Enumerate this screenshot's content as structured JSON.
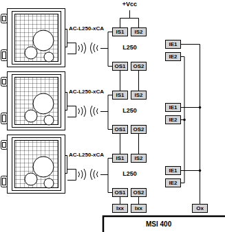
{
  "diagram": {
    "nodes": [
      {
        "text": [
          "IS1"
        ]
      },
      {
        "text": [
          "IS2"
        ]
      },
      {
        "text": [
          "IE1"
        ]
      },
      {
        "text": [
          "IE2"
        ]
      },
      {
        "text": [
          "OS1"
        ]
      },
      {
        "text": [
          "OS2"
        ]
      },
      {
        "text": [
          "IS1"
        ]
      },
      {
        "text": [
          "IS2"
        ]
      },
      {
        "text": [
          "IE1"
        ]
      },
      {
        "text": [
          "IE2"
        ]
      },
      {
        "text": [
          "OS1"
        ]
      },
      {
        "text": [
          "OS2"
        ]
      },
      {
        "text": [
          "IS1"
        ]
      },
      {
        "text": [
          "IS2"
        ]
      },
      {
        "text": [
          "IE1"
        ]
      },
      {
        "text": [
          "IE2"
        ]
      },
      {
        "text": [
          "OS1"
        ]
      },
      {
        "text": [
          "OS2"
        ]
      },
      {
        "text": [
          "Ixx"
        ]
      },
      {
        "text": [
          "Ixx"
        ]
      },
      {
        "text": [
          "Ox"
        ]
      }
    ],
    "edges": [
      {
        "from": 0,
        "to": 4,
        "arrow": "none"
      },
      {
        "from": 4,
        "to": 6,
        "arrow": "none"
      },
      {
        "from": 5,
        "to": 7,
        "arrow": "none"
      },
      {
        "from": 6,
        "to": 10,
        "arrow": "none"
      },
      {
        "from": 10,
        "to": 12,
        "arrow": "none"
      },
      {
        "from": 11,
        "to": 13,
        "arrow": "none"
      },
      {
        "from": 12,
        "to": 16,
        "arrow": "none"
      },
      {
        "from": 16,
        "to": 18,
        "arrow": "none"
      },
      {
        "from": 17,
        "to": 19,
        "arrow": "none"
      },
      {
        "from": 2,
        "to": 20,
        "arrow": "none"
      },
      {
        "from": 8,
        "to": 20,
        "arrow": "none"
      },
      {
        "from": 14,
        "to": 20,
        "arrow": "none"
      },
      {
        "from": 3,
        "to": 9,
        "arrow": "none"
      },
      {
        "from": 9,
        "to": 15,
        "arrow": "none"
      }
    ],
    "labels": [
      "+Vcc",
      "AC-L250-xCA",
      "L250",
      "AC-L250-xCA",
      "L250",
      "AC-L250-xCA",
      "L250",
      "MSI 400"
    ]
  }
}
